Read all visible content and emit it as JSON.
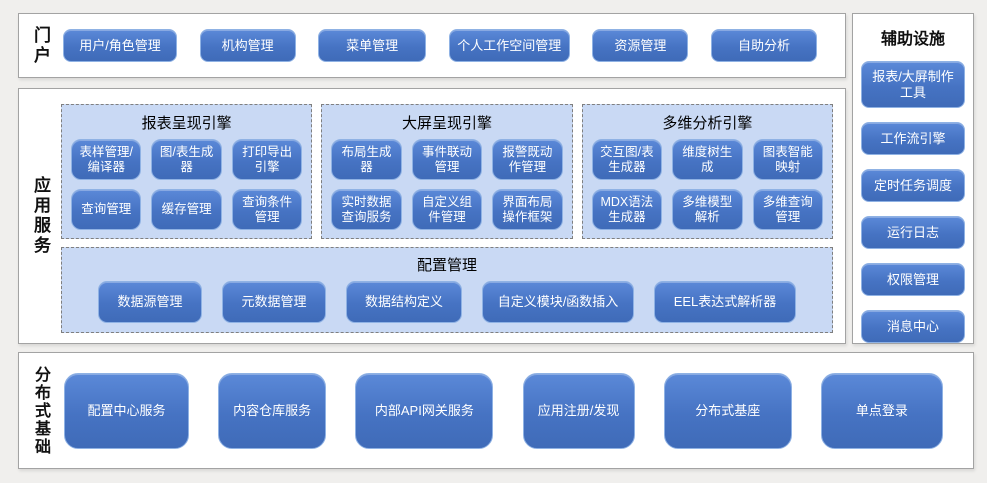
{
  "colors": {
    "page_bg": "#f0efed",
    "section_bg": "#ffffff",
    "section_border": "#a3a3a3",
    "panel_bg": "#c9d9f4",
    "panel_border": "#7f7f7f",
    "node_fill": "#4673c3",
    "node_border": "#8fb2e4",
    "node_text": "#ffffff"
  },
  "portal": {
    "label": "门户",
    "items": [
      "用户/角色管理",
      "机构管理",
      "菜单管理",
      "个人工作空间管理",
      "资源管理",
      "自助分析"
    ]
  },
  "app_services": {
    "label": "应用服务",
    "engines": [
      {
        "title": "报表呈现引擎",
        "items": [
          "表样管理/编译器",
          "图/表生成器",
          "打印导出引擎",
          "查询管理",
          "缓存管理",
          "查询条件管理"
        ]
      },
      {
        "title": "大屏呈现引擎",
        "items": [
          "布局生成器",
          "事件联动管理",
          "报警既动作管理",
          "实时数据查询服务",
          "自定义组件管理",
          "界面布局操作框架"
        ]
      },
      {
        "title": "多维分析引擎",
        "items": [
          "交互图/表生成器",
          "维度树生成",
          "图表智能映射",
          "MDX语法生成器",
          "多维模型解析",
          "多维查询管理"
        ]
      }
    ],
    "config": {
      "title": "配置管理",
      "items": [
        "数据源管理",
        "元数据管理",
        "数据结构定义",
        "自定义模块/函数插入",
        "EEL表达式解析器"
      ]
    }
  },
  "auxiliary": {
    "title": "辅助设施",
    "items": [
      "报表/大屏制作工具",
      "工作流引擎",
      "定时任务调度",
      "运行日志",
      "权限管理",
      "消息中心"
    ]
  },
  "foundation": {
    "label": "分布式基础",
    "items": [
      "配置中心服务",
      "内容仓库服务",
      "内部API网关服务",
      "应用注册/发现",
      "分布式基座",
      "单点登录"
    ]
  }
}
